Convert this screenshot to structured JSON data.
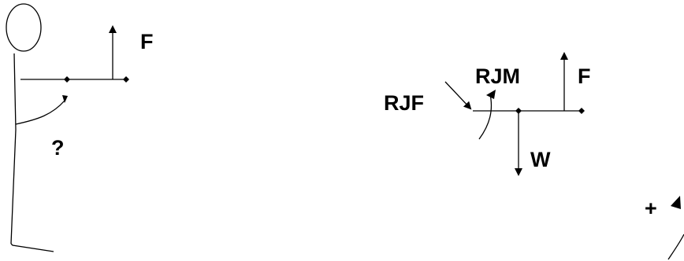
{
  "figure_left": {
    "force_label": "F",
    "unknown_label": "?"
  },
  "figure_right": {
    "reaction_force_label": "RJF",
    "reaction_moment_label": "RJM",
    "force_label": "F",
    "weight_label": "W"
  },
  "sign_convention": {
    "label": "+"
  },
  "colors": {
    "ink": "#000000",
    "background": "#ffffff"
  }
}
